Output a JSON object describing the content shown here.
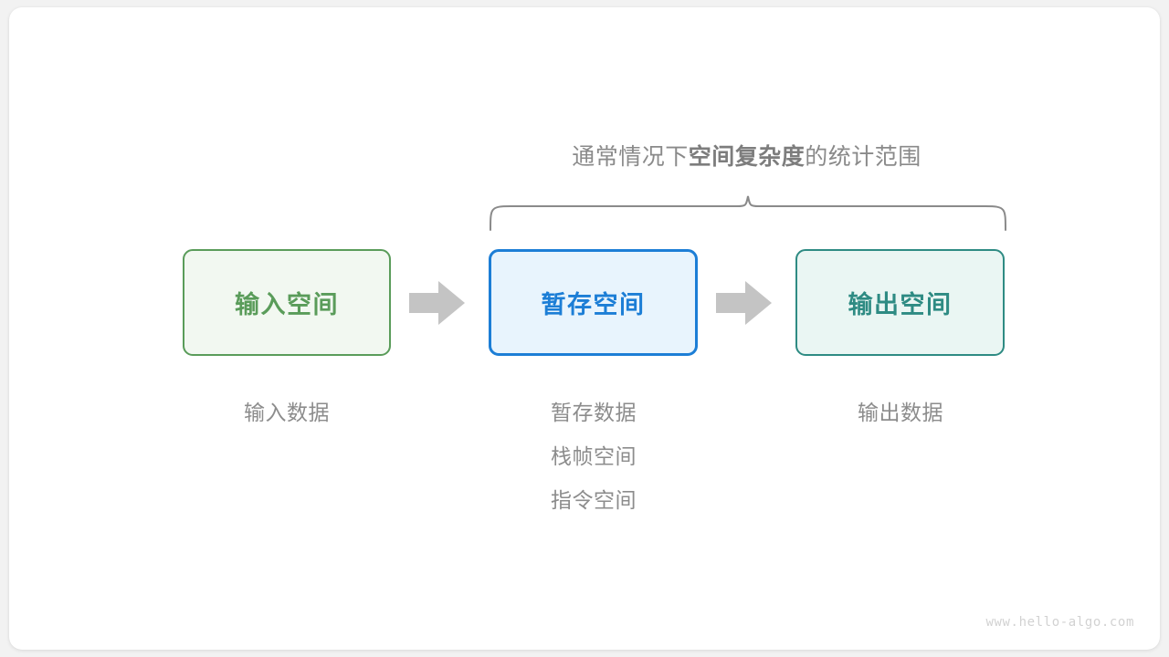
{
  "diagram": {
    "scope_caption": {
      "prefix": "通常情况下",
      "emphasis": "空间复杂度",
      "suffix": "的统计范围"
    },
    "nodes": [
      {
        "id": "input",
        "title": "输入空间",
        "caption_lines": [
          "输入数据"
        ],
        "border_color": "#5A9C5A",
        "fill_color": "#F2F8F1",
        "text_color": "#5A9C5A"
      },
      {
        "id": "temp",
        "title": "暂存空间",
        "caption_lines": [
          "暂存数据",
          "栈帧空间",
          "指令空间"
        ],
        "border_color": "#1C7ED6",
        "fill_color": "#E8F4FD",
        "text_color": "#1C7ED6"
      },
      {
        "id": "output",
        "title": "输出空间",
        "caption_lines": [
          "输出数据"
        ],
        "border_color": "#2E8B83",
        "fill_color": "#EAF6F3",
        "text_color": "#2E8B83"
      }
    ],
    "arrows": [
      {
        "id": "arrow-1",
        "from": "input",
        "to": "temp",
        "color": "#C4C4C4"
      },
      {
        "id": "arrow-2",
        "from": "temp",
        "to": "output",
        "color": "#C4C4C4"
      }
    ],
    "brace": {
      "covers": [
        "temp",
        "output"
      ],
      "color": "#8A8A8A"
    },
    "watermark": "www.hello-algo.com",
    "background_color": "#FFFFFF",
    "caption_color": "#8C8C8C"
  }
}
